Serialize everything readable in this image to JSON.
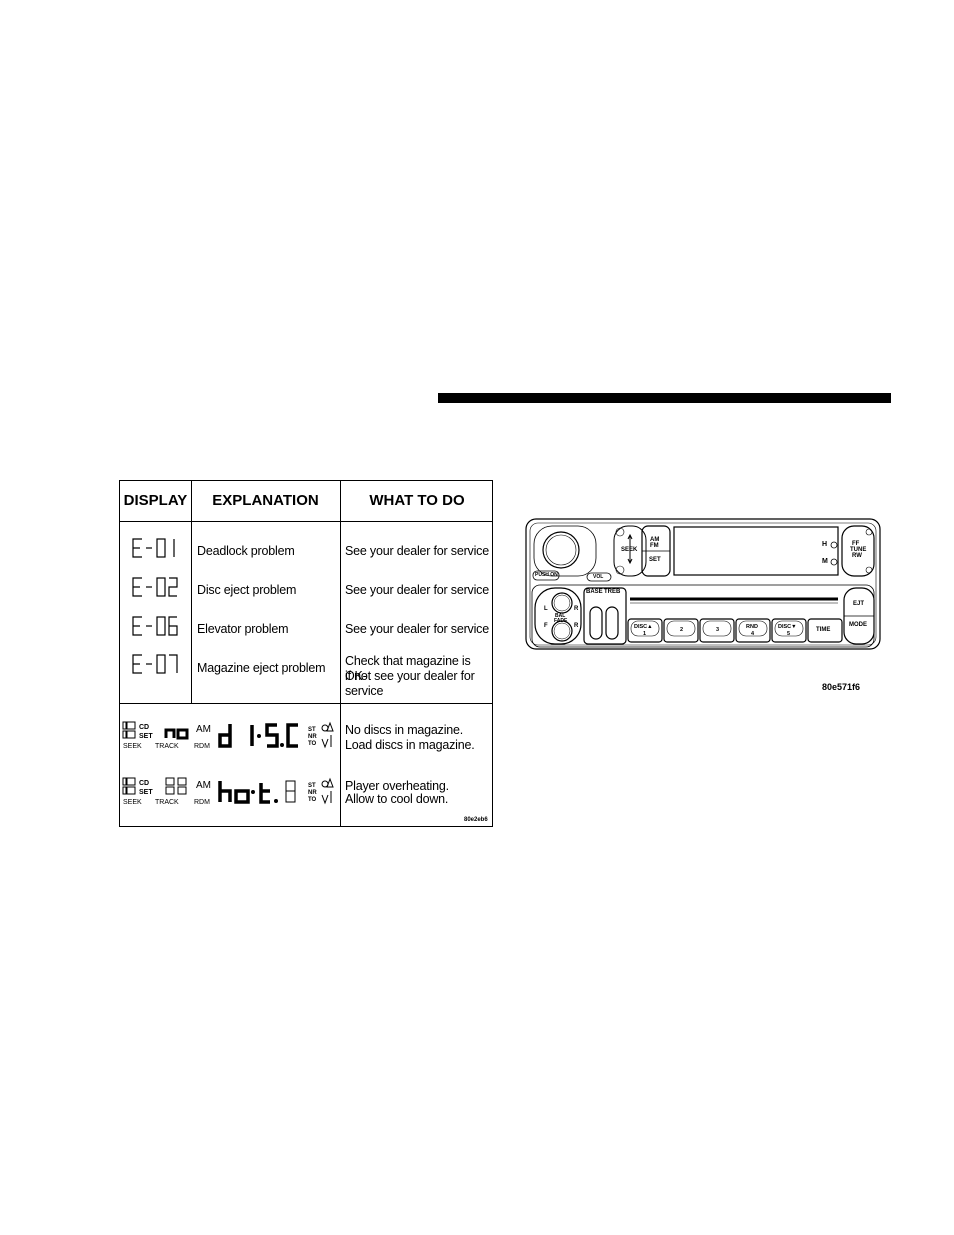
{
  "error_table": {
    "headers": {
      "display": "DISPLAY",
      "explanation": "EXPLANATION",
      "what_to_do": "WHAT TO DO"
    },
    "rows": [
      {
        "code": "E-01",
        "explanation": "Deadlock problem",
        "action": "See your dealer for service"
      },
      {
        "code": "E-02",
        "explanation": "Disc eject problem",
        "action": "See your dealer for service"
      },
      {
        "code": "E-06",
        "explanation": "Elevator problem",
        "action": "See your dealer for service"
      },
      {
        "code": "E-07",
        "explanation": "Magazine eject problem",
        "action_line1": "Check that magazine is OK-",
        "action_line2": "if not see your dealer for service"
      }
    ],
    "lcd_rows": [
      {
        "display_text": "no d 15.C",
        "small_labels": {
          "cd": "CD",
          "set": "SET",
          "seek": "SEEK",
          "track": "TRACK",
          "am": "AM",
          "rdm": "RDM",
          "st": "ST",
          "nr": "NR",
          "to": "TO"
        },
        "line1": "No discs in magazine.",
        "line2": "Load discs in magazine."
      },
      {
        "display_text": "88 hot 8",
        "small_labels": {
          "cd": "CD",
          "set": "SET",
          "seek": "SEEK",
          "track": "TRACK",
          "am": "AM",
          "rdm": "RDM",
          "st": "ST",
          "nr": "NR",
          "to": "TO"
        },
        "line1": "Player overheating.",
        "line2": "Allow to cool down."
      }
    ],
    "figure_id": "80e2eb6"
  },
  "radio": {
    "labels": {
      "push_on": "PUSH ON",
      "vol": "VOL",
      "seek": "SEEK",
      "am": "AM",
      "fm": "FM",
      "set": "SET",
      "h": "H",
      "m": "M",
      "ff": "FF",
      "tune": "TUNE",
      "rw": "RW",
      "base": "BASE",
      "treb": "TREB",
      "l": "L",
      "r": "R",
      "bal": "BAL",
      "fade": "FADE",
      "f": "F",
      "r2": "R",
      "disc_up": "DISC▲",
      "n1": "1",
      "n2": "2",
      "n3": "3",
      "rnd": "RND",
      "n4": "4",
      "disc_down": "DISC▼",
      "n5": "5",
      "time": "TIME",
      "ejt": "EJT",
      "mode": "MODE"
    },
    "figure_id": "80e571f6"
  }
}
